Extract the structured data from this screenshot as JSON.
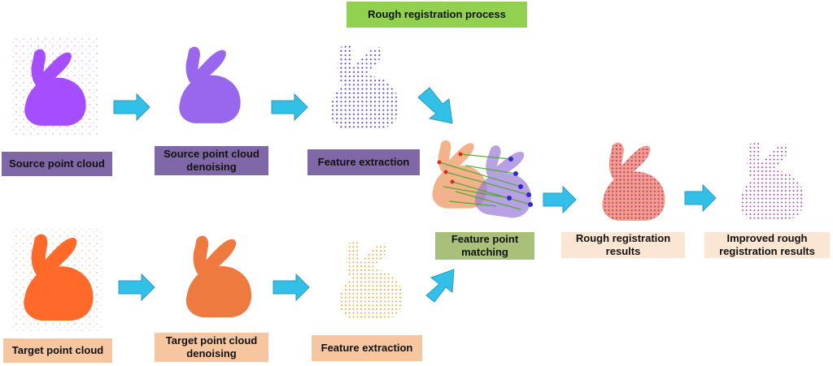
{
  "title": "Rough registration process",
  "labels": {
    "source_point_cloud": "Source point cloud",
    "source_denoising": "Source point cloud denoising",
    "source_feature_extraction": "Feature extraction",
    "target_point_cloud": "Target point cloud",
    "target_denoising": "Target point cloud denoising",
    "target_feature_extraction": "Feature extraction",
    "feature_point_matching": "Feature point matching",
    "rough_registration_results": "Rough registration results",
    "improved_rough_registration_results": "Improved rough registration results"
  },
  "colors": {
    "source": "#a64dff",
    "source_denoised": "#9966ee",
    "source_features": "#6a4fc8",
    "target": "#ff6a2a",
    "target_denoised": "#ee7a40",
    "target_features": "#e0b030",
    "match_lines": "#44aa22",
    "arrow": "#33c0e8",
    "rough_result": "#c23a8a",
    "improved_result": "#b33a9a"
  }
}
